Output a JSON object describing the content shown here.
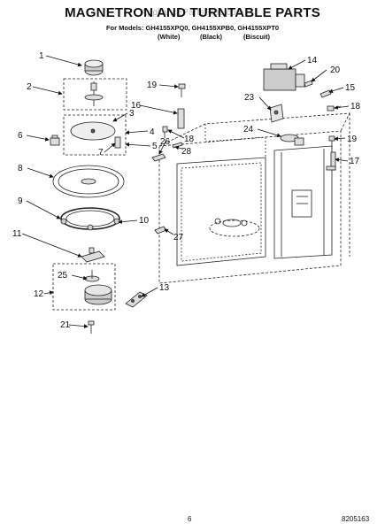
{
  "header": {
    "title": "MAGNETRON AND TURNTABLE PARTS",
    "watermark": "AppliancePartsPros.com",
    "models_line": "For Models: GH4155XPQ0, GH4155XPB0, GH4155XPT0",
    "colors": [
      "(White)",
      "(Black)",
      "(Biscuit)"
    ]
  },
  "callouts": [
    "1",
    "2",
    "3",
    "4",
    "5",
    "6",
    "7",
    "8",
    "9",
    "10",
    "11",
    "12",
    "13",
    "14",
    "15",
    "16",
    "17",
    "18",
    "19",
    "20",
    "21",
    "23",
    "24",
    "25",
    "26",
    "27",
    "28",
    "18",
    "19"
  ],
  "footer": {
    "page_number": "6",
    "document_number": "8205163"
  }
}
